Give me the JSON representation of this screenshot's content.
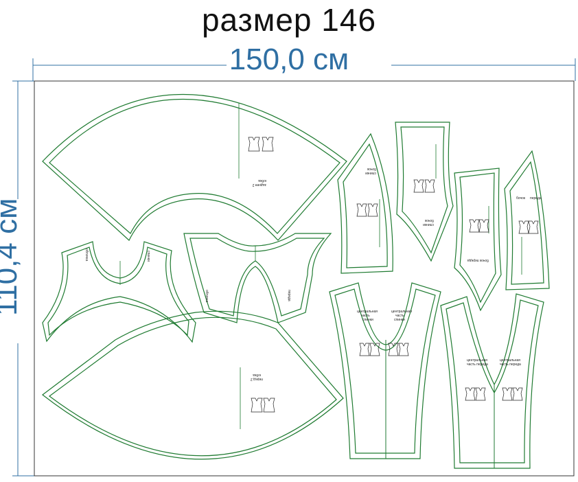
{
  "header": {
    "title": "размер 146",
    "width_label": "150,0 см",
    "height_label": "110,4 см"
  },
  "colors": {
    "outline": "#1e7a30",
    "dimension": "#2f6fa3",
    "frame": "#333333"
  },
  "pieces": {
    "skirt_back": [
      "юбка",
      "задняя 2"
    ],
    "skirt_front": [
      "юбка",
      "перед 2"
    ],
    "back_facing": [
      "обтачка",
      "спинки"
    ],
    "front_facing": [
      "обтачка",
      "переда"
    ],
    "side_back": [
      "бочок",
      "спинки"
    ],
    "side_front_upper": [
      "бочок",
      "спинки"
    ],
    "side_front": [
      "бочок",
      "переда"
    ],
    "side_front_lower": [
      "бочок переда"
    ],
    "center_back": [
      "центральная",
      "часть",
      "спинки"
    ],
    "center_back_lining": [
      "центральная",
      "часть",
      "спинки"
    ],
    "center_front": [
      "центральная",
      "часть переда"
    ],
    "center_front_lining": [
      "центральная",
      "часть переда"
    ]
  }
}
